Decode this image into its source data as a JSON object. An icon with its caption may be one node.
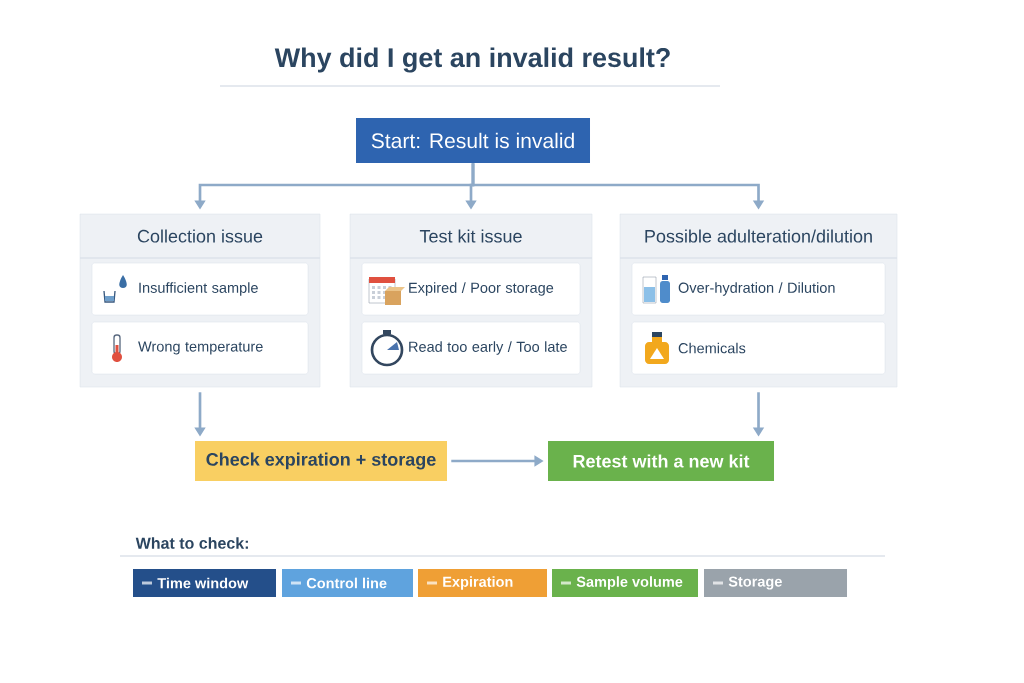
{
  "diagram": {
    "title": "Why did I get an invalid result?",
    "nodes": [
      {
        "text": [
          "Start: Result is invalid"
        ]
      },
      {
        "text": [
          "Collection issue"
        ]
      },
      {
        "text": [
          "Test kit issue"
        ]
      },
      {
        "text": [
          "Possible adulteration/dilution"
        ]
      },
      {
        "text": [
          "Insufficient sample"
        ],
        "in": 1
      },
      {
        "text": [
          "Wrong temperature"
        ],
        "in": 1
      },
      {
        "text": [
          "Expired / Poor storage"
        ],
        "in": 2
      },
      {
        "text": [
          "Read too early / Too late"
        ],
        "in": 2
      },
      {
        "text": [
          "Over-hydration / Dilution"
        ],
        "in": 3
      },
      {
        "text": [
          "Chemicals"
        ],
        "in": 3
      },
      {
        "text": [
          "Check expiration + storage"
        ]
      },
      {
        "text": [
          "Retest with a new kit"
        ]
      }
    ],
    "edges": [
      {
        "from": 0,
        "to": 1,
        "arrow": "to"
      },
      {
        "from": 0,
        "to": 2,
        "arrow": "to"
      },
      {
        "from": 0,
        "to": 3,
        "arrow": "to"
      },
      {
        "from": 1,
        "to": 10,
        "arrow": "to"
      },
      {
        "from": 10,
        "to": 11,
        "arrow": "to"
      },
      {
        "from": 3,
        "to": 11,
        "arrow": "to"
      }
    ],
    "labels": [
      "What to check:"
    ],
    "legend": [
      {
        "text": "Time window",
        "color": "#244f8a"
      },
      {
        "text": "Control line",
        "color": "#5fa3de"
      },
      {
        "text": "Expiration",
        "color": "#ef9f35"
      },
      {
        "text": "Sample volume",
        "color": "#6ab24c"
      },
      {
        "text": "Storage",
        "color": "#9aa3ab"
      }
    ]
  }
}
